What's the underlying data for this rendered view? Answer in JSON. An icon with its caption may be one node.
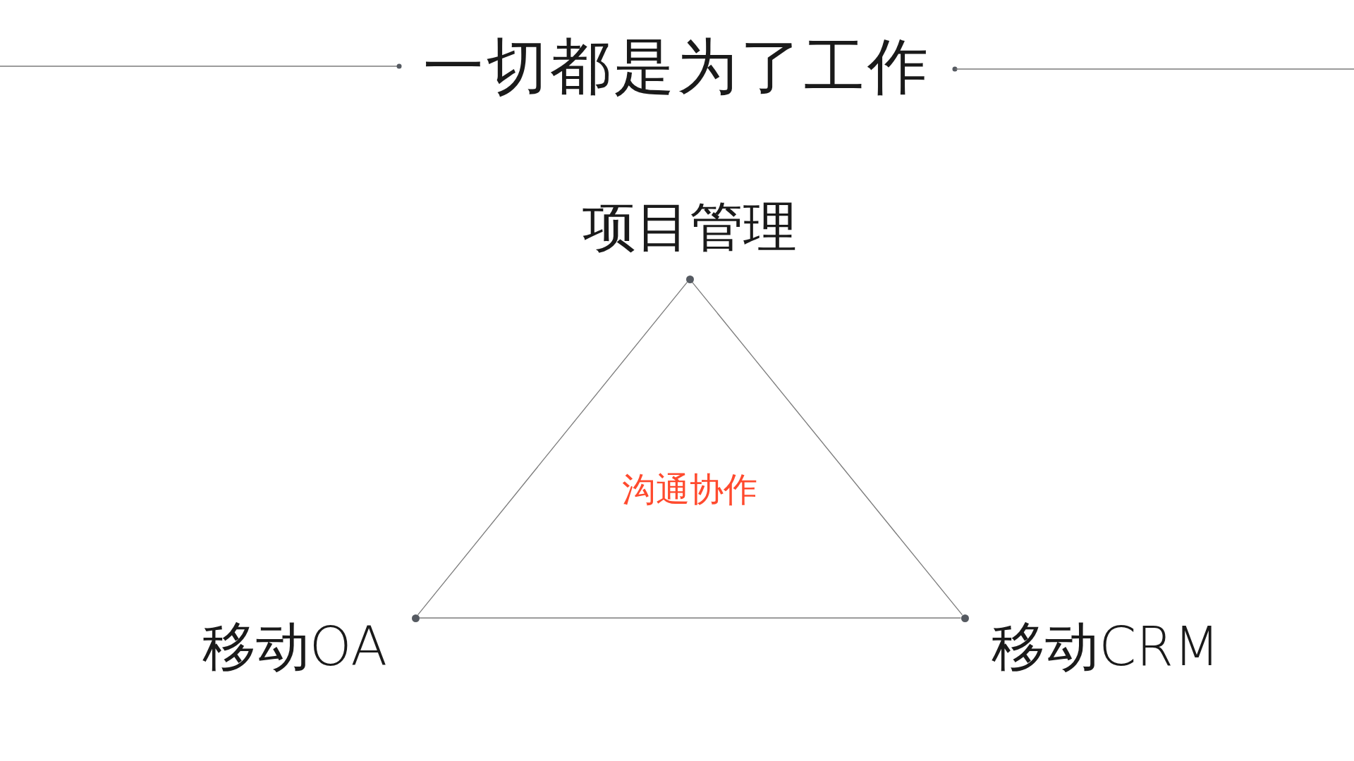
{
  "diagram": {
    "title": "一切都是为了工作",
    "nodes": [
      {
        "text": [],
        "shape": "circle",
        "beside": [
          "项目管理"
        ]
      },
      {
        "text": [],
        "shape": "circle",
        "beside": [
          "移动OA"
        ]
      },
      {
        "text": [],
        "shape": "circle",
        "beside": [
          "移动CRM"
        ]
      }
    ],
    "edges": [
      {
        "from": 0,
        "to": 1,
        "arrow": "none"
      },
      {
        "from": 1,
        "to": 2,
        "arrow": "none"
      },
      {
        "from": 2,
        "to": 0,
        "arrow": "none"
      }
    ],
    "labels": [
      "沟通协作"
    ]
  }
}
